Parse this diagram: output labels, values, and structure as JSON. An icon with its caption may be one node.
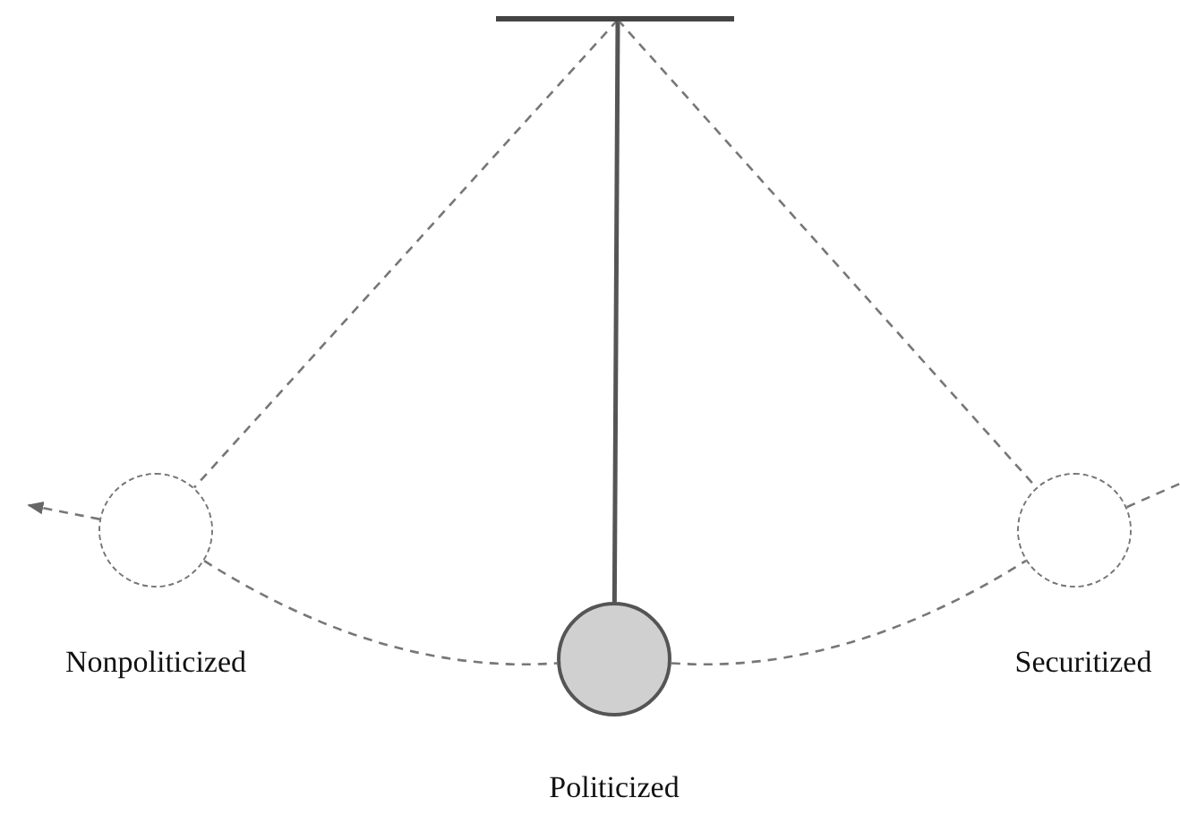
{
  "diagram": {
    "nodes": [
      {
        "text": [],
        "shape": "bar"
      },
      {
        "text": [],
        "shape": "circle",
        "beside": [
          "Nonpoliticized"
        ]
      },
      {
        "text": [],
        "shape": "circle",
        "beside": [
          "Politicized"
        ]
      },
      {
        "text": [],
        "shape": "circle",
        "beside": [
          "Securitized"
        ]
      }
    ],
    "edges": [
      {
        "from": 0,
        "to": 1,
        "arrow": "none",
        "style": "dashed"
      },
      {
        "from": 0,
        "to": 2,
        "arrow": "none",
        "color": "#555555"
      },
      {
        "from": 0,
        "to": 3,
        "arrow": "none",
        "style": "dashed"
      },
      {
        "from": 1,
        "to": 2,
        "arrow": "none",
        "style": "dashed"
      },
      {
        "from": 2,
        "to": 3,
        "arrow": "none",
        "style": "dashed"
      },
      {
        "from": 1,
        "to": null,
        "arrow": "to",
        "style": "dashed"
      },
      {
        "from": 3,
        "to": null,
        "arrow": "none",
        "style": "dashed"
      }
    ]
  }
}
